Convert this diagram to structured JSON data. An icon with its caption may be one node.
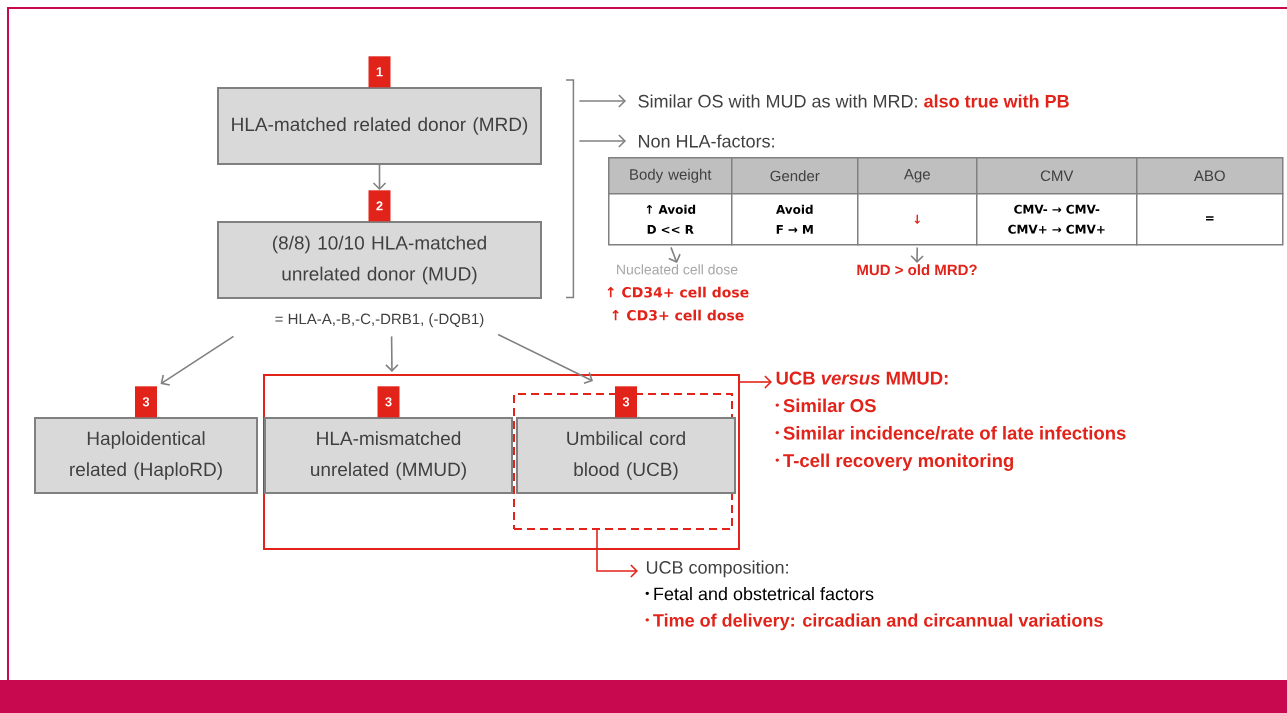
{
  "diagram": {
    "nodes": [
      {
        "text": [
          "1",
          "HLA-matched related donor (MRD)"
        ]
      },
      {
        "text": [
          "2",
          "(8/8) 10/10 HLA-matched unrelated donor (MUD)"
        ],
        "beside": [
          "= HLA-A,-B,-C,-DRB1, (-DQB1)"
        ]
      },
      {
        "text": [],
        "shape": "bracket"
      },
      {
        "text": [
          "Similar OS with MUD as with MRD:",
          "also true with PB"
        ]
      },
      {
        "text": [
          "Non HLA-factors:"
        ]
      },
      {
        "text": [
          "Body weight"
        ]
      },
      {
        "text": [
          "Gender"
        ]
      },
      {
        "text": [
          "Age"
        ]
      },
      {
        "text": [
          "CMV"
        ]
      },
      {
        "text": [
          "ABO"
        ]
      },
      {
        "text": [
          "↑ Avoid D << R"
        ]
      },
      {
        "text": [
          "Avoid F → M"
        ]
      },
      {
        "text": [
          "↓"
        ]
      },
      {
        "text": [
          "CMV- → CMV- CMV+ → CMV+"
        ]
      },
      {
        "text": [
          "="
        ]
      },
      {
        "text": [
          "Nucleated cell dose",
          "↑ CD34+ cell dose",
          "↑ CD3+ cell dose"
        ]
      },
      {
        "text": [
          "MUD > old MRD?"
        ]
      },
      {
        "text": [
          "3",
          "Haploidentical related (HaploRD)"
        ]
      },
      {
        "text": [],
        "shape": "box"
      },
      {
        "text": [
          "3",
          "HLA-mismatched unrelated (MMUD)"
        ],
        "in": 18
      },
      {
        "text": [],
        "shape": "box",
        "in": 18
      },
      {
        "text": [
          "3",
          "Umbilical cord blood (UCB)"
        ],
        "in": 20
      },
      {
        "text": [
          "UCB *versus* MMUD:",
          "Similar OS",
          "Similar incidence/rate of late infections",
          "T-cell recovery monitoring"
        ]
      },
      {
        "text": [
          "UCB composition:",
          "Fetal and obstetrical factors",
          "Time of delivery: circadian and circannual variations"
        ]
      }
    ],
    "edges": [
      {
        "from": 0,
        "to": 1,
        "arrow": "to"
      },
      {
        "from": 1,
        "to": 17,
        "arrow": "to"
      },
      {
        "from": 1,
        "to": 18,
        "arrow": "to"
      },
      {
        "from": 1,
        "to": 20,
        "arrow": "to"
      },
      {
        "from": 2,
        "to": 3,
        "arrow": "to"
      },
      {
        "from": 2,
        "to": 4,
        "arrow": "to"
      },
      {
        "from": 10,
        "to": 15,
        "arrow": "to"
      },
      {
        "from": 12,
        "to": 16,
        "arrow": "to"
      },
      {
        "from": 18,
        "to": 22,
        "arrow": "to",
        "color": "#e2231a"
      },
      {
        "from": 20,
        "to": 23,
        "arrow": "to",
        "color": "#e2231a"
      }
    ]
  }
}
